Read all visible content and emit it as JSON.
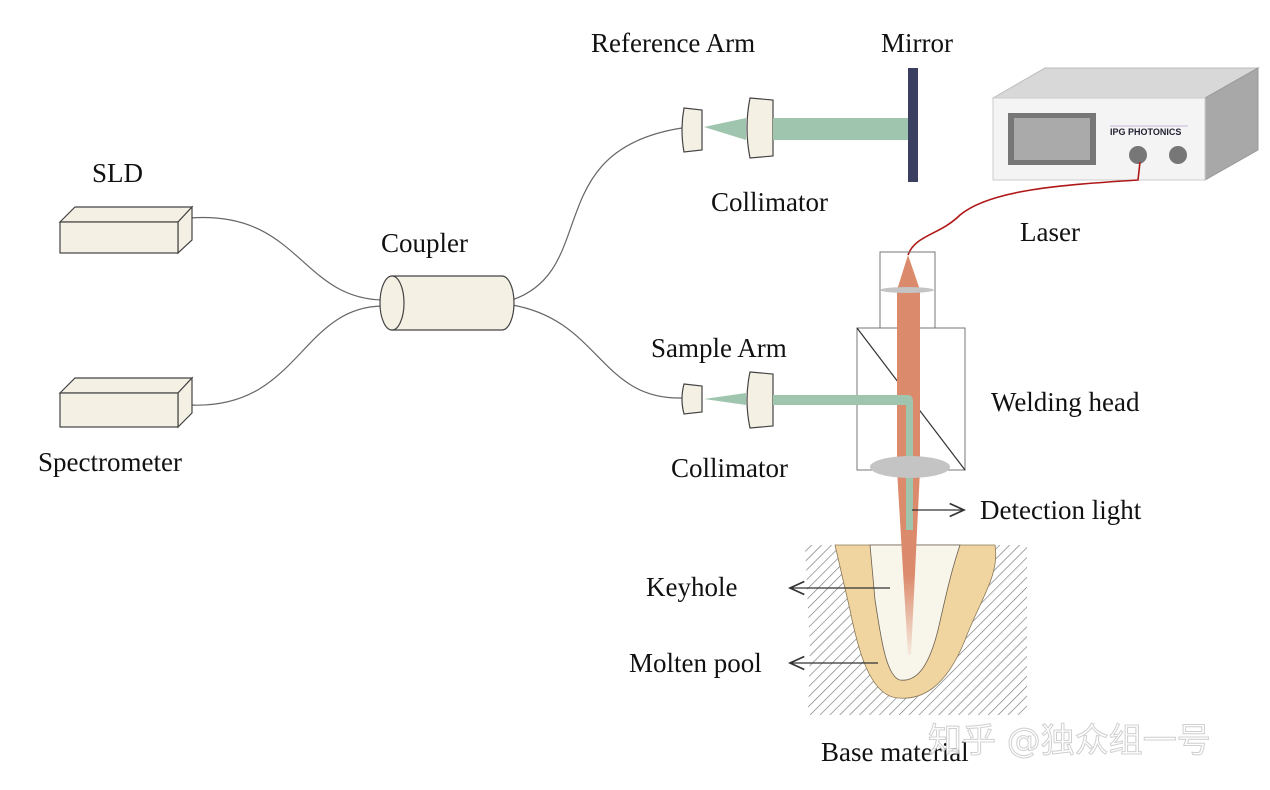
{
  "labels": {
    "sld": "SLD",
    "spectrometer": "Spectrometer",
    "coupler": "Coupler",
    "reference_arm": "Reference Arm",
    "mirror": "Mirror",
    "collimator_ref": "Collimator",
    "sample_arm": "Sample Arm",
    "collimator_sample": "Collimator",
    "laser": "Laser",
    "welding_head": "Welding head",
    "detection_light": "Detection light",
    "keyhole": "Keyhole",
    "molten_pool": "Molten pool",
    "base_material": "Base material"
  },
  "laser_brand": "IPG PHOTONICS",
  "watermark": "知乎 @独众组一号",
  "colors": {
    "detection_beam": "#9fc5ae",
    "laser_beam": "#dc8a6c",
    "molten_pool": "#f0d5a0",
    "keyhole": "#f8f5ea",
    "mirror": "#3b4060",
    "laser_cable": "#b01818",
    "lens": "#c4c4c4"
  }
}
